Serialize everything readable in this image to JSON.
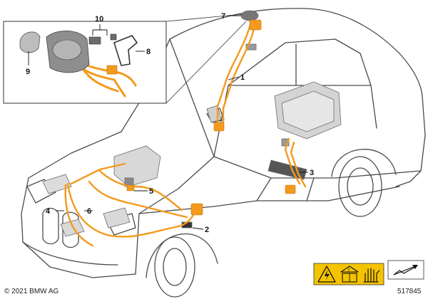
{
  "diagram": {
    "callouts": [
      "1",
      "2",
      "3",
      "4",
      "5",
      "6",
      "7",
      "8",
      "9",
      "10"
    ],
    "copyright": "© 2021 BMW AG",
    "image_number": "517845"
  },
  "colors": {
    "cable": "#f39a1e",
    "outline": "#4a4a4a",
    "component": "#c8c8c8",
    "warning_yellow": "#f5c400"
  },
  "icons": [
    "high-voltage-warning-icon",
    "manual-icon",
    "protective-glove-icon",
    "arrow-icon"
  ]
}
